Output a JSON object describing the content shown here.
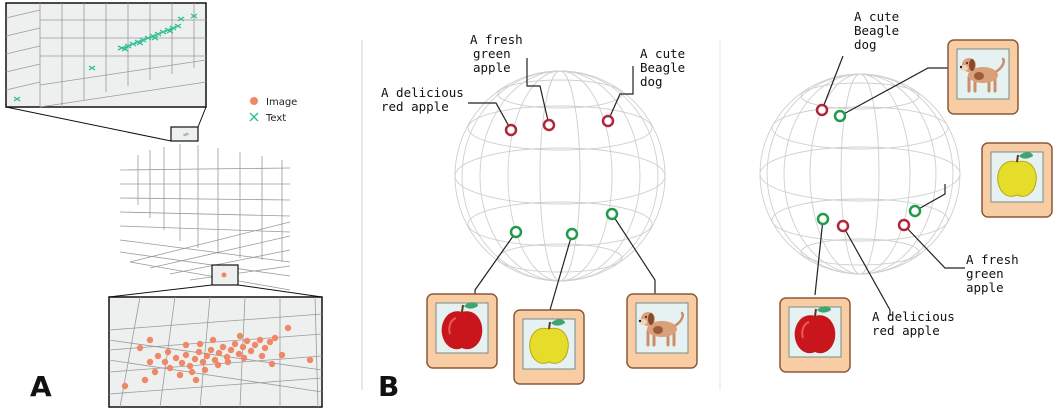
{
  "panels": {
    "a": {
      "letter": "A"
    },
    "b": {
      "letter": "B"
    }
  },
  "legend": {
    "items": [
      {
        "label": "Image",
        "color": "#ee8866",
        "marker": "circle"
      },
      {
        "label": "Text",
        "color": "#2fbf94",
        "marker": "x"
      }
    ]
  },
  "sphere1": {
    "labels": {
      "fresh": [
        "A fresh",
        "green",
        "apple"
      ],
      "beagle": [
        "A cute",
        "Beagle",
        "dog"
      ],
      "delicious": [
        "A delicious",
        "red apple"
      ]
    },
    "thumbnails": [
      "red-apple",
      "green-apple",
      "beagle-dog"
    ]
  },
  "sphere2": {
    "labels": {
      "beagle": [
        "A cute",
        "Beagle",
        "dog"
      ],
      "fresh": [
        "A fresh",
        "green",
        "apple"
      ],
      "delicious": [
        "A delicious",
        "red apple"
      ]
    },
    "thumbnails": [
      "beagle-dog",
      "green-apple",
      "red-apple"
    ]
  },
  "colors": {
    "text_marker": "#b0263a",
    "image_marker": "#1f9b4a",
    "card_fill": "#f8cda3",
    "card_stroke": "#8a5a3a",
    "photo_bg": "#e6f2f1"
  }
}
